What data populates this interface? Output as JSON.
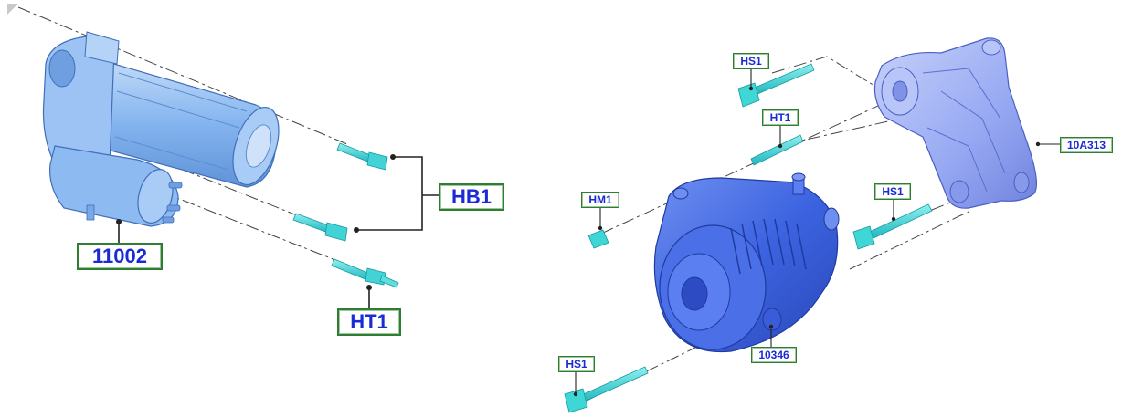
{
  "callouts": {
    "c11002": "11002",
    "hb1": "HB1",
    "ht1_left": "HT1",
    "hs1_top": "HS1",
    "ht1_right": "HT1",
    "hm1": "HM1",
    "hs1_mid": "HS1",
    "c10a313": "10A313",
    "c10346": "10346",
    "hs1_bottom": "HS1"
  },
  "colors": {
    "label_text": "#1a2bd6",
    "label_border": "#2e7d32",
    "starter_part": "#7fb2f2",
    "alternator_part": "#3f67e0",
    "bracket_part": "#9fb0f5",
    "fastener": "#3fd6d6",
    "leader_line": "#222222"
  }
}
